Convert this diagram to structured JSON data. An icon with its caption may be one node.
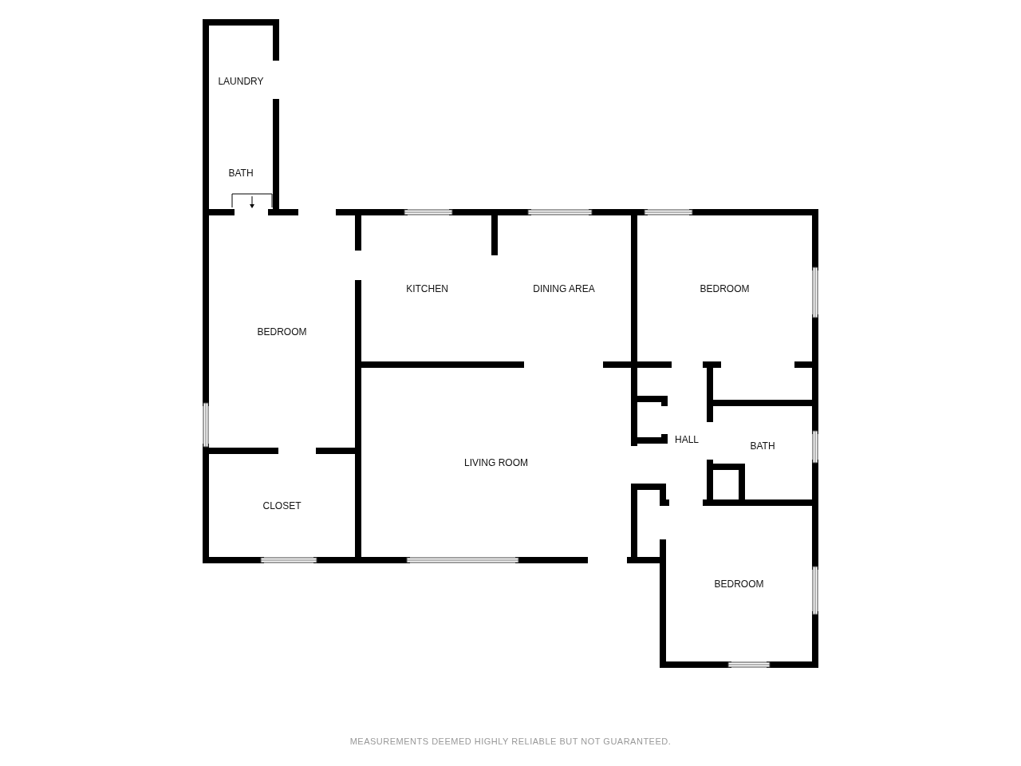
{
  "diagram": {
    "nodes": [
      {
        "text": [
          "LAUNDRY"
        ]
      },
      {
        "text": [
          "BATH"
        ]
      },
      {
        "text": [
          "BEDROOM"
        ]
      },
      {
        "text": [
          "KITCHEN"
        ]
      },
      {
        "text": [
          "DINING AREA"
        ]
      },
      {
        "text": [
          "BEDROOM"
        ]
      },
      {
        "text": [
          "HALL"
        ]
      },
      {
        "text": [
          "BATH"
        ]
      },
      {
        "text": [
          "LIVING ROOM"
        ]
      },
      {
        "text": [
          "CLOSET"
        ]
      },
      {
        "text": [
          "BEDROOM"
        ]
      }
    ],
    "labels": [
      "MEASUREMENTS DEEMED HIGHLY RELIABLE BUT NOT GUARANTEED."
    ]
  }
}
